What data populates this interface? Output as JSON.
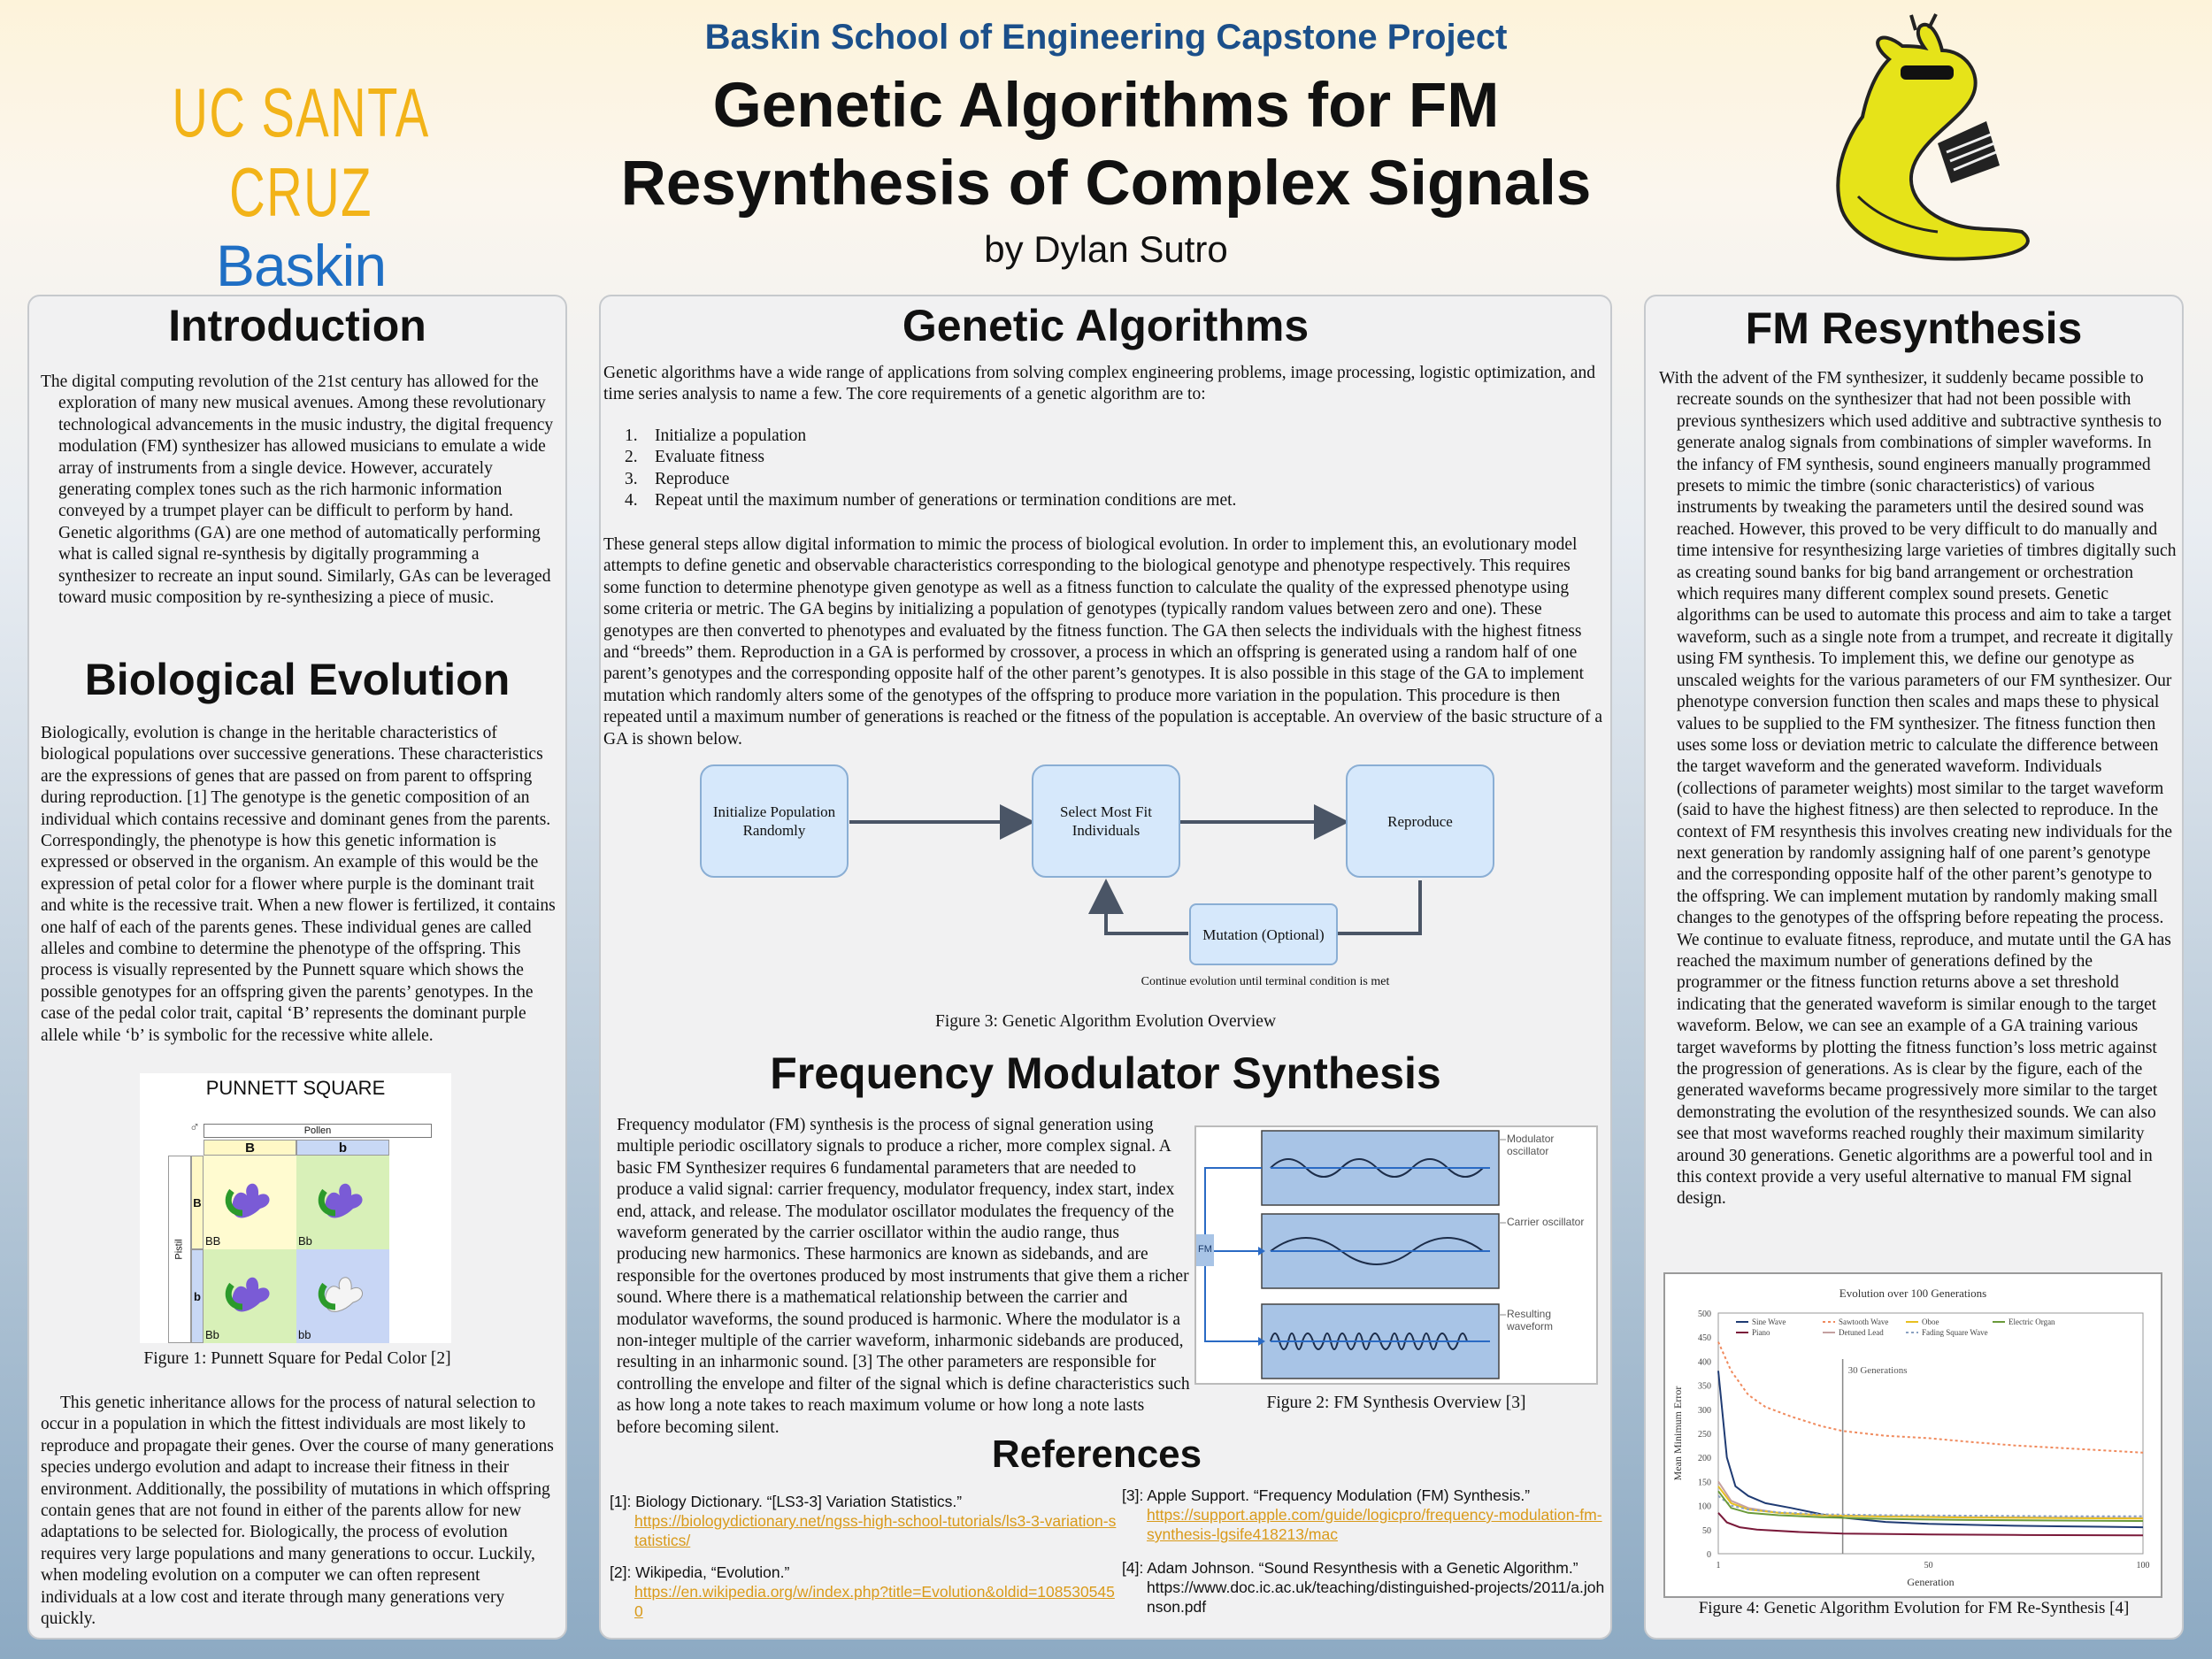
{
  "header": {
    "logo_line1": "UC SANTA CRUZ",
    "logo_line2": "Baskin Engineering",
    "org_title": "Baskin School of Engineering Capstone Project",
    "title_line1": "Genetic Algorithms for FM",
    "title_line2": "Resynthesis of Complex Signals",
    "author": "by Dylan Sutro"
  },
  "introduction": {
    "heading": "Introduction",
    "text": "The digital computing revolution of the 21st century has allowed for the exploration of many new musical avenues. Among these revolutionary technological advancements in the music industry, the digital frequency modulation (FM) synthesizer has allowed musicians to emulate a wide array of instruments from a single device. However, accurately generating complex tones such as the rich harmonic information conveyed by a trumpet player can be difficult to perform by hand. Genetic algorithms (GA) are one method of automatically performing what is called signal re-synthesis by digitally programming a synthesizer to recreate an input sound. Similarly, GAs can be leveraged toward music composition by re-synthesizing a piece of music."
  },
  "biological": {
    "heading": "Biological Evolution",
    "text1": "Biologically, evolution is change in the heritable characteristics of biological populations over successive generations. These characteristics are the expressions of genes that are passed on from parent to offspring during reproduction. [1] The genotype is the genetic composition of an individual which contains recessive and dominant genes from the parents. Correspondingly, the phenotype is how this genetic information is expressed or observed in the organism. An example of this would be the expression of petal color for a flower where purple is the dominant trait and white is the recessive trait. When a new flower is fertilized, it contains one half of each of the parents genes. These individual genes are called alleles and combine to determine the phenotype of the offspring. This process is visually represented by the Punnett square which shows the possible genotypes for an offspring given the parents’ genotypes. In the case of the pedal color trait, capital ‘B’ represents the dominant purple allele while ‘b’ is symbolic for the recessive white allele.",
    "punnett_title": "PUNNETT SQUARE",
    "pollen_label": "Pollen",
    "pistil_label": "Pistil",
    "allele_B": "B",
    "allele_b": "b",
    "cell_BB": "BB",
    "cell_Bb": "Bb",
    "cell_Bb2": "Bb",
    "cell_bb": "bb",
    "figure1_caption": "Figure 1: Punnett Square for Pedal Color [2]",
    "text2": "This genetic inheritance allows for the process of natural selection to occur in a population in which the fittest individuals are most likely to reproduce and propagate their genes. Over the course of many generations species undergo evolution and adapt to increase their fitness in their environment. Additionally, the possibility of mutations in which offspring contain genes that are not found in either of the parents allow for new adaptations to be selected for. Biologically, the process of evolution requires very large populations and many generations to occur. Luckily, when modeling evolution on a computer we can often represent individuals at a low cost and iterate through many generations very quickly."
  },
  "genetic": {
    "heading": "Genetic Algorithms",
    "intro": "Genetic algorithms have a wide range of applications from solving complex engineering problems, image processing, logistic optimization, and time series analysis to name a few. The core requirements of a genetic algorithm are to:",
    "steps": [
      {
        "num": "1.",
        "text": "Initialize a population"
      },
      {
        "num": "2.",
        "text": "Evaluate fitness"
      },
      {
        "num": "3.",
        "text": "Reproduce"
      },
      {
        "num": "4.",
        "text": "Repeat until the maximum number of generations or termination conditions are met."
      }
    ],
    "body": "These general steps allow digital information to mimic the process of biological evolution. In order to implement this, an evolutionary model attempts to define genetic and observable characteristics corresponding to the biological genotype and phenotype respectively. This requires some function to determine phenotype given genotype as well as a fitness function to calculate the quality of the expressed phenotype using some criteria or metric. The GA begins by initializing a population of genotypes (typically random values between zero and one). These genotypes are then converted to phenotypes and evaluated by the fitness function. The GA then selects the individuals with the highest fitness and “breeds” them. Reproduction in a GA is performed by crossover, a process in which an offspring is generated using a random half of one parent’s genotypes and the corresponding opposite half of the other parent’s genotypes. It is also possible in this stage of the GA to implement mutation which randomly alters some of the genotypes of the offspring to produce more variation in the population. This procedure is then repeated until a maximum number of generations is reached or the fitness of the population is acceptable. An overview of the basic structure of a GA is shown below.",
    "flow_init": "Initialize Population Randomly",
    "flow_select": "Select Most Fit Individuals",
    "flow_reproduce": "Reproduce",
    "flow_mutation": "Mutation (Optional)",
    "flow_note": "Continue evolution until terminal condition is met",
    "figure3_caption": "Figure 3: Genetic Algorithm Evolution Overview"
  },
  "fm_synthesis": {
    "heading": "Frequency Modulator Synthesis",
    "text": "Frequency modulator (FM) synthesis is the process of signal generation using multiple periodic oscillatory signals to produce a richer, more complex signal. A basic FM Synthesizer requires 6 fundamental parameters that are needed to produce a valid signal: carrier frequency, modulator frequency, index start, index end, attack, and release. The modulator oscillator modulates the frequency of the waveform generated by the carrier oscillator within the audio range, thus producing new harmonics. These harmonics are known as sidebands, and are responsible for the overtones produced by most instruments that give them a richer sound. Where there is a mathematical relationship between the carrier and modulator waveforms, the sound produced is harmonic. Where the modulator is a non-integer multiple of the carrier waveform, inharmonic sidebands are produced, resulting in an inharmonic sound. [3] The other parameters are responsible for controlling the envelope and filter of the signal which is define characteristics such as how long a note takes to reach maximum volume or how long a note lasts before becoming silent.",
    "label_modulator": "Modulator oscillator",
    "label_carrier": "Carrier oscillator",
    "label_result": "Resulting waveform",
    "label_fm": "FM",
    "figure2_caption": "Figure 2: FM Synthesis Overview [3]"
  },
  "references": {
    "heading": "References",
    "items": [
      {
        "label": "[1]: Biology Dictionary. “[LS3-3] Variation Statistics.”",
        "link": "https://biologydictionary.net/ngss-high-school-tutorials/ls3-3-variation-statistics/"
      },
      {
        "label": "[2]: Wikipedia, “Evolution.”",
        "link": "https://en.wikipedia.org/w/index.php?title=Evolution&oldid=1085305450"
      },
      {
        "label": "[3]: Apple Support. “Frequency Modulation (FM) Synthesis.”",
        "link": "https://support.apple.com/guide/logicpro/frequency-modulation-fm-synthesis-lgsife418213/mac"
      },
      {
        "label": "[4]: Adam Johnson. “Sound Resynthesis with a Genetic Algorithm.”",
        "link": "https://www.doc.ic.ac.uk/teaching/distinguished-projects/2011/a.johnson.pdf"
      }
    ]
  },
  "fm_resynthesis": {
    "heading": "FM Resynthesis",
    "text": "With the advent of the FM synthesizer, it suddenly became possible to recreate sounds on the synthesizer that had not been possible with previous synthesizers which used additive and subtractive synthesis to generate analog signals from combinations of simpler waveforms. In the infancy of FM synthesis, sound engineers manually programmed presets to mimic the timbre (sonic characteristics) of various instruments by tweaking the parameters until the desired sound was reached. However, this proved to be very difficult to do manually and time intensive for resynthesizing large varieties of timbres digitally such as creating sound banks for big band arrangement or orchestration which requires many different complex sound presets. Genetic algorithms can be used to automate this process and aim to take a target waveform, such as a single note from a trumpet, and recreate it digitally using FM synthesis. To implement this, we define our genotype as unscaled weights for the various parameters of our FM synthesizer. Our phenotype conversion function then scales and maps these to physical values to be supplied to the FM synthesizer. The fitness function then uses some loss or deviation metric to calculate the difference between the target waveform and the generated waveform. Individuals (collections of parameter weights) most similar to the target waveform (said to have the highest fitness) are then selected to reproduce. In the context of FM resynthesis this involves creating new individuals for the next generation by randomly assigning half of one parent’s genotype and the corresponding opposite half of the other parent’s genotype to the offspring. We can implement mutation by randomly making small changes to the genotypes of the offspring before repeating the process. We continue to evaluate fitness, reproduce, and mutate until the GA has reached the maximum number of generations defined by the programmer or the fitness function returns above a set threshold indicating that the generated waveform is similar enough to the target waveform. Below, we can see an example of a GA training various target waveforms by plotting the fitness function’s loss metric against the progression of generations. As is clear by the figure, each of the generated waveforms became progressively more similar to the target demonstrating the evolution of the resynthesized sounds. We can also see that most waveforms reached roughly their maximum similarity around 30 generations. Genetic algorithms are a powerful tool and in this context provide a very useful alternative to manual FM signal design.",
    "figure4_caption": "Figure 4: Genetic Algorithm Evolution for FM Re-Synthesis [4]"
  },
  "chart_data": {
    "type": "line",
    "title": "Evolution over 100 Generations",
    "xlabel": "Generation",
    "ylabel": "Mean Minimum Error",
    "xlim": [
      1,
      100
    ],
    "ylim": [
      0,
      500
    ],
    "xticks": [
      "1",
      "50",
      "100"
    ],
    "yticks": [
      "0",
      "50",
      "100",
      "150",
      "200",
      "250",
      "300",
      "350",
      "400",
      "450",
      "500"
    ],
    "annotation": {
      "x": 30,
      "text": "30 Generations"
    },
    "legend": "top",
    "series": [
      {
        "name": "Sine Wave",
        "color": "#1f3b73",
        "dash": "",
        "points": [
          [
            1,
            380
          ],
          [
            3,
            200
          ],
          [
            5,
            140
          ],
          [
            8,
            120
          ],
          [
            12,
            105
          ],
          [
            18,
            95
          ],
          [
            25,
            82
          ],
          [
            30,
            75
          ],
          [
            40,
            66
          ],
          [
            50,
            62
          ],
          [
            60,
            60
          ],
          [
            70,
            58
          ],
          [
            80,
            57
          ],
          [
            90,
            56
          ],
          [
            100,
            55
          ]
        ]
      },
      {
        "name": "Piano",
        "color": "#7a1a3a",
        "dash": "",
        "points": [
          [
            1,
            85
          ],
          [
            3,
            65
          ],
          [
            6,
            55
          ],
          [
            10,
            50
          ],
          [
            20,
            45
          ],
          [
            30,
            42
          ],
          [
            50,
            40
          ],
          [
            70,
            39
          ],
          [
            100,
            38
          ]
        ]
      },
      {
        "name": "Sawtooth Wave",
        "color": "#f08a5d",
        "dash": "3,3",
        "points": [
          [
            1,
            440
          ],
          [
            4,
            380
          ],
          [
            8,
            330
          ],
          [
            12,
            305
          ],
          [
            18,
            285
          ],
          [
            25,
            265
          ],
          [
            30,
            255
          ],
          [
            40,
            245
          ],
          [
            50,
            240
          ],
          [
            60,
            232
          ],
          [
            70,
            225
          ],
          [
            80,
            220
          ],
          [
            90,
            215
          ],
          [
            100,
            210
          ]
        ]
      },
      {
        "name": "Detuned Lead",
        "color": "#c4a0a0",
        "dash": "",
        "points": [
          [
            1,
            150
          ],
          [
            4,
            110
          ],
          [
            8,
            95
          ],
          [
            15,
            85
          ],
          [
            25,
            80
          ],
          [
            40,
            78
          ],
          [
            60,
            76
          ],
          [
            80,
            75
          ],
          [
            100,
            74
          ]
        ]
      },
      {
        "name": "Oboe",
        "color": "#e8c020",
        "dash": "",
        "points": [
          [
            1,
            140
          ],
          [
            4,
            105
          ],
          [
            8,
            92
          ],
          [
            15,
            85
          ],
          [
            25,
            80
          ],
          [
            40,
            77
          ],
          [
            60,
            75
          ],
          [
            80,
            74
          ],
          [
            100,
            73
          ]
        ]
      },
      {
        "name": "Fading Square Wave",
        "color": "#8aa0c0",
        "dash": "3,3",
        "points": [
          [
            1,
            120
          ],
          [
            4,
            100
          ],
          [
            8,
            92
          ],
          [
            15,
            86
          ],
          [
            25,
            82
          ],
          [
            40,
            80
          ],
          [
            60,
            79
          ],
          [
            80,
            78
          ],
          [
            100,
            78
          ]
        ]
      },
      {
        "name": "Electric Organ",
        "color": "#6a9a3a",
        "dash": "",
        "points": [
          [
            1,
            130
          ],
          [
            4,
            95
          ],
          [
            8,
            85
          ],
          [
            15,
            80
          ],
          [
            25,
            76
          ],
          [
            40,
            72
          ],
          [
            60,
            70
          ],
          [
            80,
            69
          ],
          [
            100,
            68
          ]
        ]
      }
    ]
  }
}
